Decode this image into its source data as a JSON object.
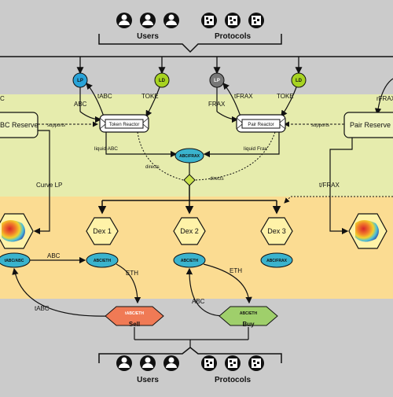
{
  "top": {
    "users_label": "Users",
    "protocols_label": "Protocols"
  },
  "bottom": {
    "users_label": "Users",
    "protocols_label": "Protocols"
  },
  "tokens": {
    "lp_left": "LP",
    "ld_left": "LD",
    "lp_right": "LP",
    "ld_right": "LD"
  },
  "flow_labels": {
    "abc": "ABC",
    "tabc": "tABC",
    "toke_left": "TOKE",
    "frax": "FRAX",
    "tfrax": "tFRAX",
    "toke_right": "TOKE",
    "rfrax": "rFRAX",
    "c_partial": "C",
    "supports_left": "supports",
    "supports_right": "supports",
    "liquid_abc": "liquid ABC",
    "liquid_frax": "liquid Frax",
    "directs_left": "directs",
    "directs_right": "directs",
    "curve_lp": "Curve LP",
    "t_frax": "t/FRAX",
    "abc_mid": "ABC",
    "eth_left": "ETH",
    "eth_right": "ETH",
    "abc_lower": "ABC",
    "tabc_lower": "tABC"
  },
  "boxes": {
    "abc_reserve": "BC Reserve",
    "pair_reserve": "Pair Reserve",
    "token_reactor": "Token Reactor",
    "pair_reactor": "Pair Reactor"
  },
  "pools": {
    "abc_frax": "ABC/FRAX",
    "tabc_abc": "tABC/ABC",
    "abc_eth_1": "ABC/ETH",
    "abc_eth_2": "ABC/ETH",
    "abc_frax_2": "ABC/FRAX"
  },
  "dexes": {
    "dex1": "Dex 1",
    "dex2": "Dex 2",
    "dex3": "Dex 3"
  },
  "actions": {
    "sell_pair": "tABC/ETH",
    "sell_label": "Sell",
    "buy_pair": "ABC/ETH",
    "buy_label": "Buy"
  },
  "colors": {
    "gray_band": "#cbcbcb",
    "green_band": "#e6ecad",
    "orange_band": "#fbdc92",
    "lp_blue": "#29a3d8",
    "ld_green": "#a7d321",
    "lp_gray": "#777777",
    "pool_teal": "#3ab3cd",
    "hex_yellow": "#fff2a8",
    "sell_red": "#f07a55",
    "buy_green": "#9fcf6b",
    "diamond": "#c8e24a"
  }
}
